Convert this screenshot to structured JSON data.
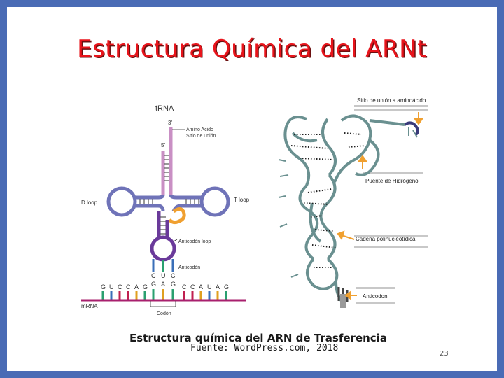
{
  "slide": {
    "title": "Estructura Química del ARNt",
    "caption": "Estructura química del ARN de Trasferencia",
    "source": "Fuente: WordPress.com, 2018",
    "page_number": "23"
  },
  "left_diagram": {
    "title": "tRNA",
    "three_prime": "3'",
    "five_prime": "5'",
    "amino_acid_site": [
      "Amino Acido",
      "Sitio de unión"
    ],
    "d_loop": "D loop",
    "t_loop": "T loop",
    "anticodon_loop": "Anticodón loop",
    "anticodon": "Anticodón",
    "anticodon_bases": [
      "C",
      "U",
      "C"
    ],
    "codon_bases": [
      "G",
      "A",
      "G"
    ],
    "mrna_left_bases": [
      "G",
      "U",
      "C",
      "C",
      "A",
      "G"
    ],
    "mrna_right_bases": [
      "C",
      "C",
      "A",
      "U",
      "A",
      "G"
    ],
    "mrna_label": "mRNA",
    "codon": "Codón"
  },
  "right_diagram": {
    "binding_site": "Sitio de unión a aminoácido",
    "hydrogen_bridge": "Puente de Hidrógeno",
    "polynucleotide_chain": "Cadena polinucleotídica",
    "anticodon": "Anticodon"
  },
  "colors": {
    "background_frame": "#4a6bb5",
    "title": "#e8141b",
    "acceptor_stem": "#c98fc4",
    "loop_blue": "#6f73b8",
    "anticodon_purple": "#6a3a9a",
    "variable_loop": "#f0a030",
    "mrna": "#a8206e",
    "ribbon": "#6a9090",
    "arrow": "#f0a030"
  }
}
